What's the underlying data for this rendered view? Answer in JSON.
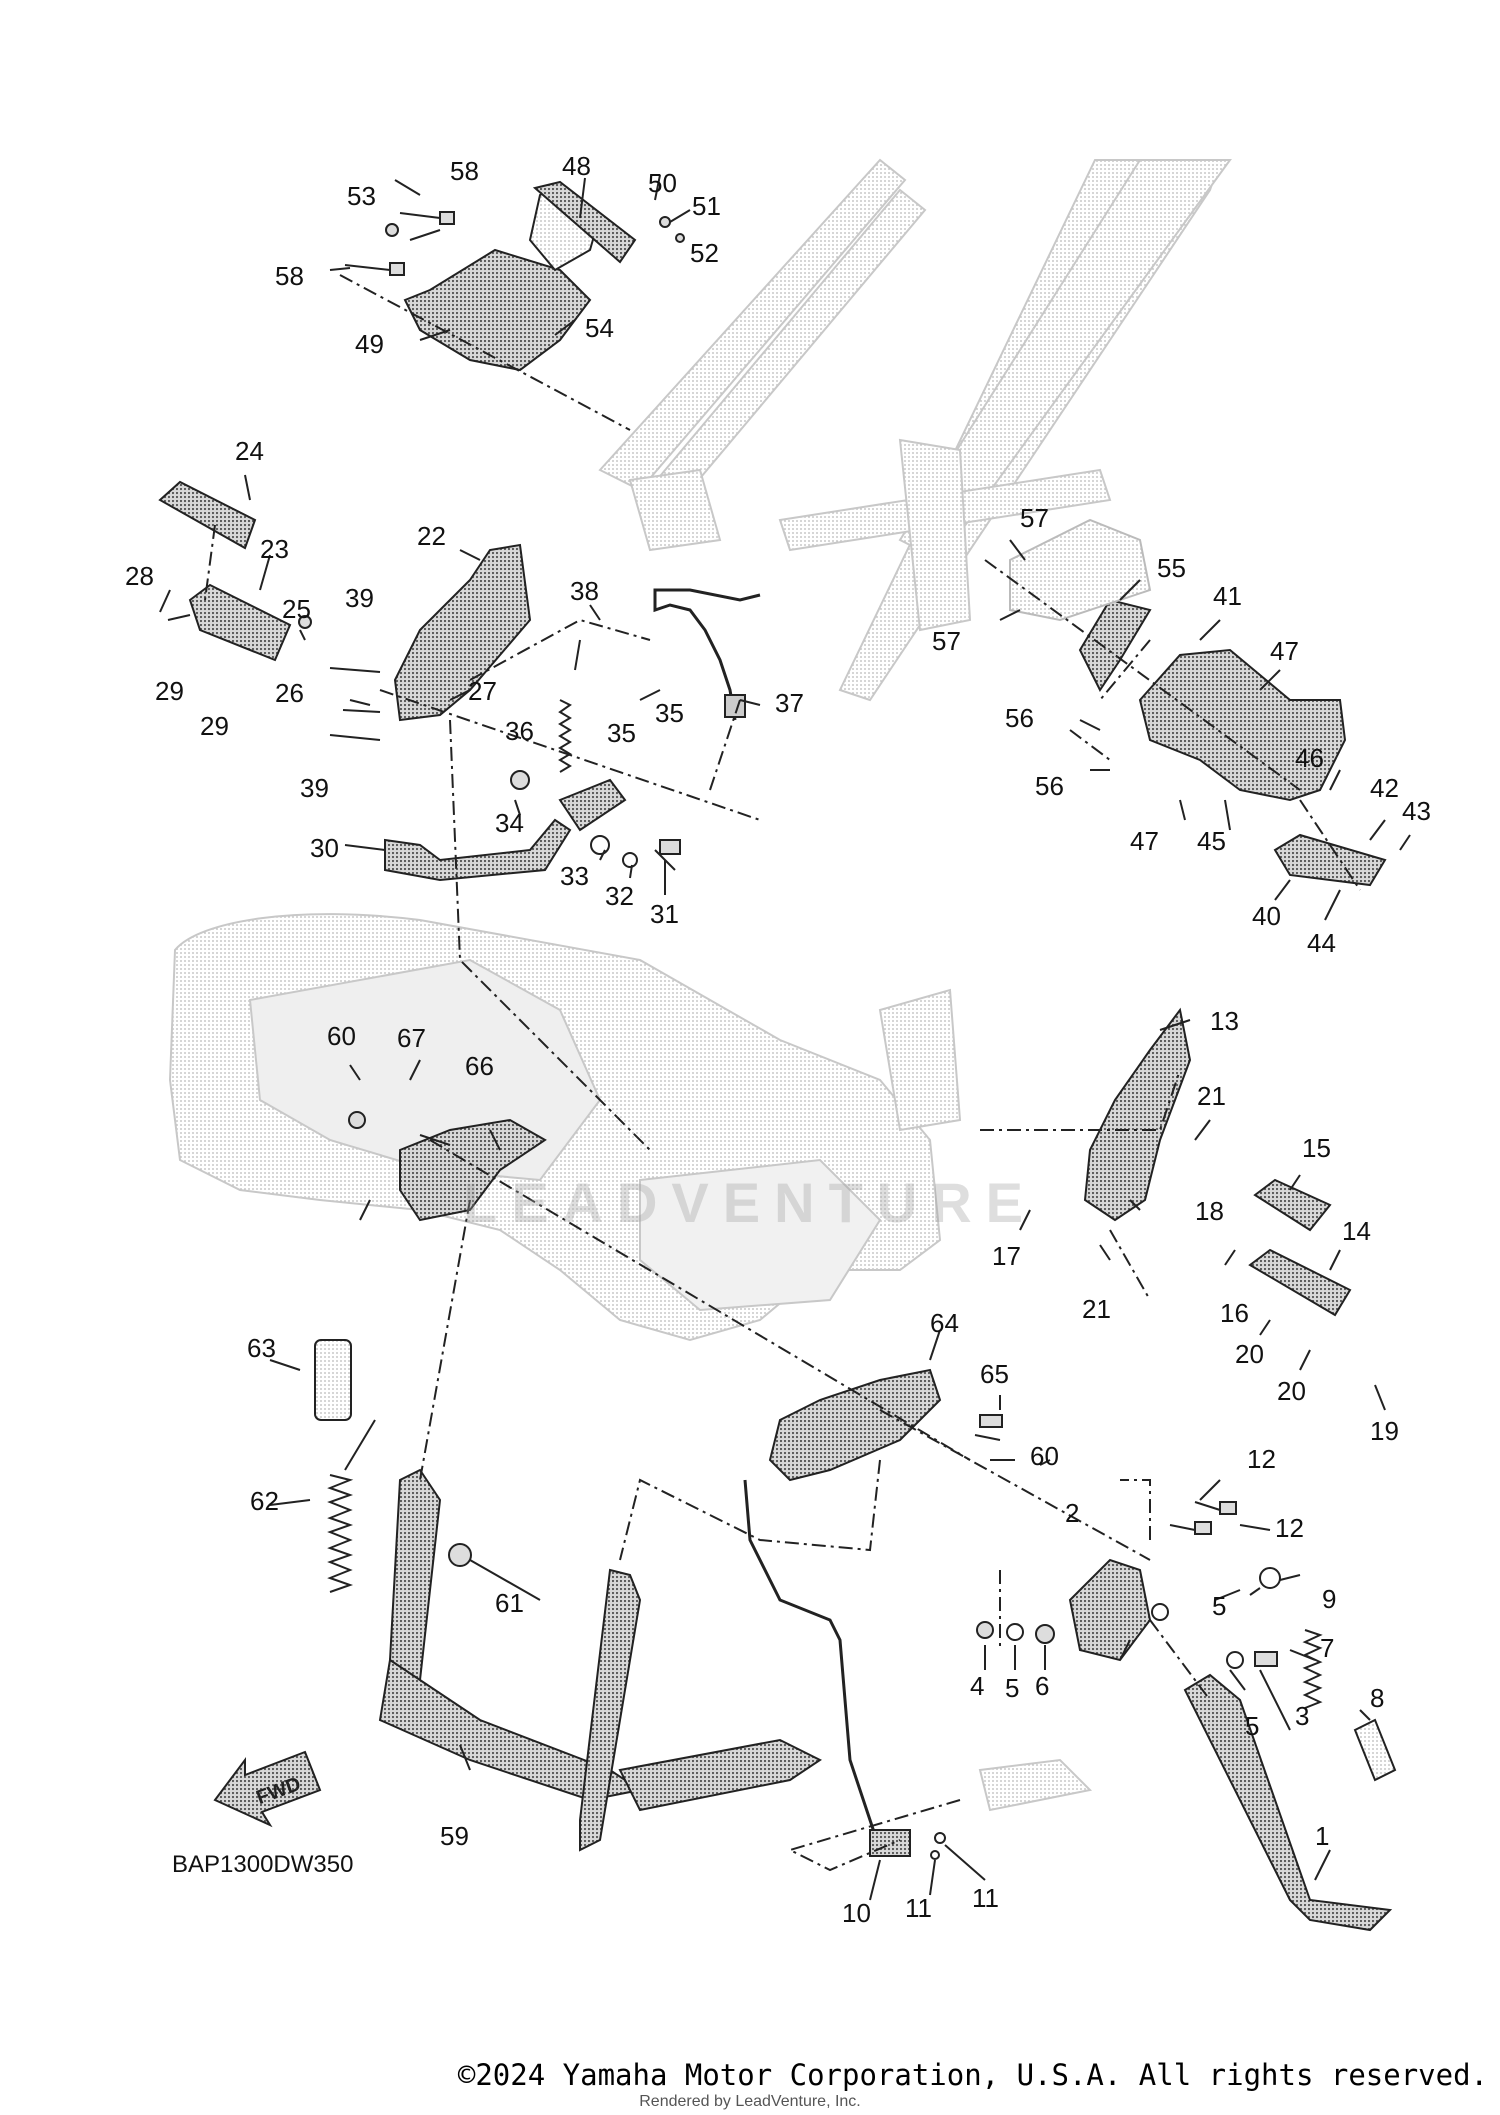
{
  "diagram": {
    "drawing_code": "BAP1300DW350",
    "fwd_label": "FWD",
    "watermark": "LEADVENTURE",
    "rendered_by": "Rendered by LeadVenture, Inc.",
    "copyright": "©2024 Yamaha Motor Corporation, U.S.A. All rights reserved.",
    "callouts": [
      {
        "id": "c58a",
        "text": "58"
      },
      {
        "id": "c53",
        "text": "53"
      },
      {
        "id": "c48",
        "text": "48"
      },
      {
        "id": "c50",
        "text": "50"
      },
      {
        "id": "c51",
        "text": "51"
      },
      {
        "id": "c52",
        "text": "52"
      },
      {
        "id": "c58b",
        "text": "58"
      },
      {
        "id": "c54",
        "text": "54"
      },
      {
        "id": "c49",
        "text": "49"
      },
      {
        "id": "c24",
        "text": "24"
      },
      {
        "id": "c23",
        "text": "23"
      },
      {
        "id": "c22",
        "text": "22"
      },
      {
        "id": "c28",
        "text": "28"
      },
      {
        "id": "c25",
        "text": "25"
      },
      {
        "id": "c39a",
        "text": "39"
      },
      {
        "id": "c38",
        "text": "38"
      },
      {
        "id": "c29a",
        "text": "29"
      },
      {
        "id": "c29b",
        "text": "29"
      },
      {
        "id": "c26",
        "text": "26"
      },
      {
        "id": "c27",
        "text": "27"
      },
      {
        "id": "c35a",
        "text": "35"
      },
      {
        "id": "c35b",
        "text": "35"
      },
      {
        "id": "c36",
        "text": "36"
      },
      {
        "id": "c37",
        "text": "37"
      },
      {
        "id": "c39b",
        "text": "39"
      },
      {
        "id": "c34",
        "text": "34"
      },
      {
        "id": "c30",
        "text": "30"
      },
      {
        "id": "c33",
        "text": "33"
      },
      {
        "id": "c32",
        "text": "32"
      },
      {
        "id": "c31",
        "text": "31"
      },
      {
        "id": "c57a",
        "text": "57"
      },
      {
        "id": "c57b",
        "text": "57"
      },
      {
        "id": "c55",
        "text": "55"
      },
      {
        "id": "c41",
        "text": "41"
      },
      {
        "id": "c47a",
        "text": "47"
      },
      {
        "id": "c56a",
        "text": "56"
      },
      {
        "id": "c56b",
        "text": "56"
      },
      {
        "id": "c46",
        "text": "46"
      },
      {
        "id": "c42",
        "text": "42"
      },
      {
        "id": "c43",
        "text": "43"
      },
      {
        "id": "c47b",
        "text": "47"
      },
      {
        "id": "c45",
        "text": "45"
      },
      {
        "id": "c40",
        "text": "40"
      },
      {
        "id": "c44",
        "text": "44"
      },
      {
        "id": "c60a",
        "text": "60"
      },
      {
        "id": "c67",
        "text": "67"
      },
      {
        "id": "c66",
        "text": "66"
      },
      {
        "id": "c13",
        "text": "13"
      },
      {
        "id": "c21a",
        "text": "21"
      },
      {
        "id": "c15",
        "text": "15"
      },
      {
        "id": "c18",
        "text": "18"
      },
      {
        "id": "c17",
        "text": "17"
      },
      {
        "id": "c14",
        "text": "14"
      },
      {
        "id": "c21b",
        "text": "21"
      },
      {
        "id": "c16",
        "text": "16"
      },
      {
        "id": "c20a",
        "text": "20"
      },
      {
        "id": "c20b",
        "text": "20"
      },
      {
        "id": "c19",
        "text": "19"
      },
      {
        "id": "c64",
        "text": "64"
      },
      {
        "id": "c65",
        "text": "65"
      },
      {
        "id": "c60b",
        "text": "60"
      },
      {
        "id": "c63",
        "text": "63"
      },
      {
        "id": "c62",
        "text": "62"
      },
      {
        "id": "c61",
        "text": "61"
      },
      {
        "id": "c12a",
        "text": "12"
      },
      {
        "id": "c12b",
        "text": "12"
      },
      {
        "id": "c2",
        "text": "2"
      },
      {
        "id": "c9",
        "text": "9"
      },
      {
        "id": "c5a",
        "text": "5"
      },
      {
        "id": "c7",
        "text": "7"
      },
      {
        "id": "c4",
        "text": "4"
      },
      {
        "id": "c5b",
        "text": "5"
      },
      {
        "id": "c6",
        "text": "6"
      },
      {
        "id": "c3",
        "text": "3"
      },
      {
        "id": "c5c",
        "text": "5"
      },
      {
        "id": "c8",
        "text": "8"
      },
      {
        "id": "c1",
        "text": "1"
      },
      {
        "id": "c59",
        "text": "59"
      },
      {
        "id": "c10",
        "text": "10"
      },
      {
        "id": "c11a",
        "text": "11"
      },
      {
        "id": "c11b",
        "text": "11"
      }
    ]
  }
}
